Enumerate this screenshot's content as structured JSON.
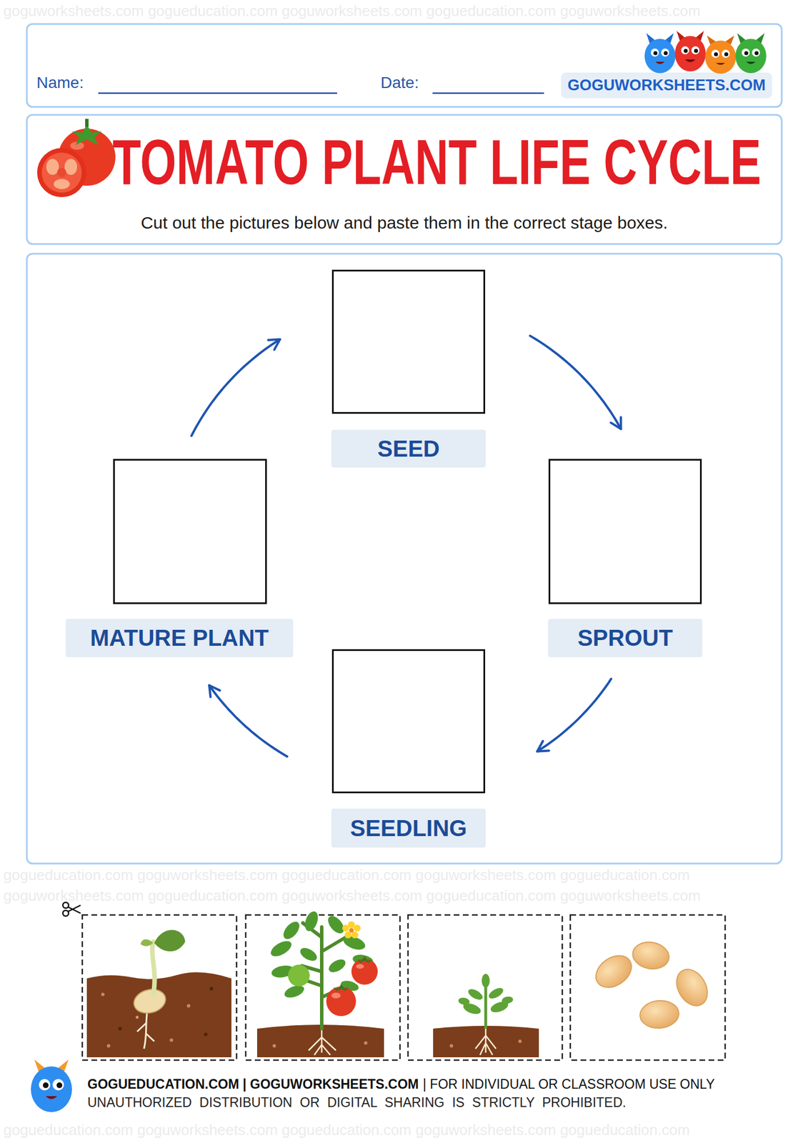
{
  "diagram": {
    "title": "TOMATO PLANT LIFE CYCLE",
    "nodes": [
      {
        "text": [
          "SEED"
        ]
      },
      {
        "text": [
          "SPROUT"
        ]
      },
      {
        "text": [
          "SEEDLING"
        ]
      },
      {
        "text": [
          "MATURE PLANT"
        ]
      }
    ],
    "edges": [
      {
        "from": 0,
        "to": 1,
        "arrow": "to"
      },
      {
        "from": 1,
        "to": 2,
        "arrow": "to"
      },
      {
        "from": 2,
        "to": 3,
        "arrow": "to"
      },
      {
        "from": 3,
        "to": 0,
        "arrow": "to"
      }
    ],
    "labels": [
      "Name:",
      "Date:",
      "GOGUWORKSHEETS.COM",
      "Cut out the pictures below and paste them in the correct stage boxes.",
      "GOGUEDUCATION.COM | GOGUWORKSHEETS.COM",
      "| FOR INDIVIDUAL OR CLASSROOM USE ONLY",
      "UNAUTHORIZED DISTRIBUTION OR DIGITAL SHARING IS STRICTLY PROHIBITED.",
      "goguworksheets.com gogueducation.com goguworksheets.com gogueducation.com goguworksheets.com",
      "gogueducation.com goguworksheets.com gogueducation.com goguworksheets.com gogueducation.com",
      "goguworksheets.com gogueducation.com goguworksheets.com gogueducation.com goguworksheets.com",
      "gogueducation.com goguworksheets.com gogueducation.com goguworksheets.com gogueducation.com"
    ]
  }
}
